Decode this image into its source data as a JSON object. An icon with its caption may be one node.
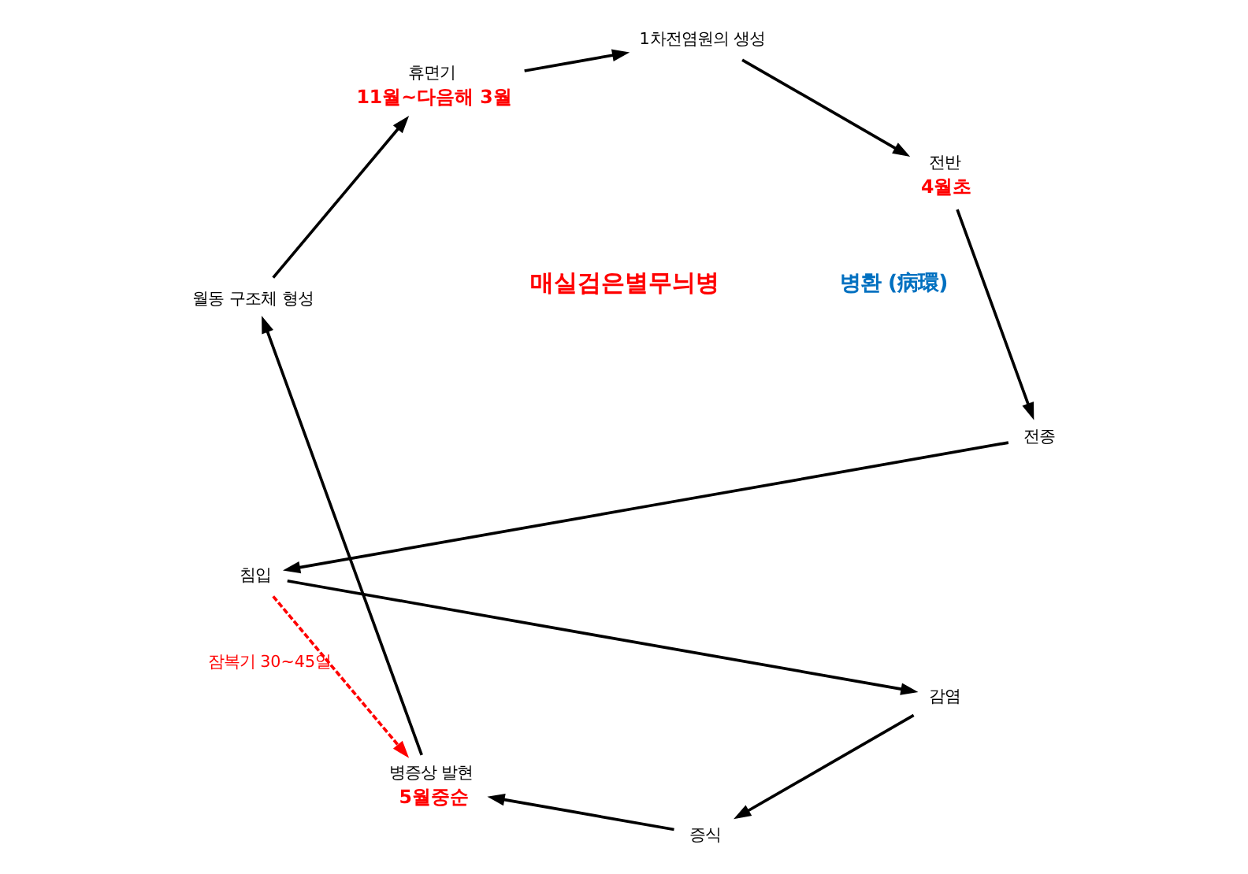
{
  "diagram": {
    "nodes": [
      {
        "text": [
          "감염"
        ]
      },
      {
        "text": [
          "증식"
        ]
      },
      {
        "text": [
          "병증상 발현"
        ],
        "beside": [
          "5월중순"
        ]
      },
      {
        "text": [
          "월동 구조체 형성"
        ]
      },
      {
        "text": [
          "휴면기"
        ],
        "beside": [
          "11월~다음해 3월"
        ]
      },
      {
        "text": [
          "1차전염원의 생성"
        ]
      },
      {
        "text": [
          "전반"
        ],
        "beside": [
          "4월초"
        ]
      },
      {
        "text": [
          "전종"
        ]
      },
      {
        "text": [
          "침입"
        ]
      }
    ],
    "edges": [
      {
        "from": 8,
        "to": 0,
        "arrow": "to"
      },
      {
        "from": 0,
        "to": 1,
        "arrow": "to"
      },
      {
        "from": 1,
        "to": 2,
        "arrow": "to"
      },
      {
        "from": 2,
        "to": 3,
        "arrow": "to"
      },
      {
        "from": 3,
        "to": 4,
        "arrow": "to"
      },
      {
        "from": 4,
        "to": 5,
        "arrow": "to"
      },
      {
        "from": 5,
        "to": 6,
        "arrow": "to"
      },
      {
        "from": 6,
        "to": 7,
        "arrow": "to"
      },
      {
        "from": 7,
        "to": 8,
        "arrow": "to"
      },
      {
        "from": 8,
        "to": 2,
        "arrow": "to",
        "label": "잠복기 30~45일",
        "style": "dashed",
        "color": "#ff0000"
      }
    ],
    "labels": [
      "매실검은별무늬병",
      "병환 (病環)"
    ]
  }
}
